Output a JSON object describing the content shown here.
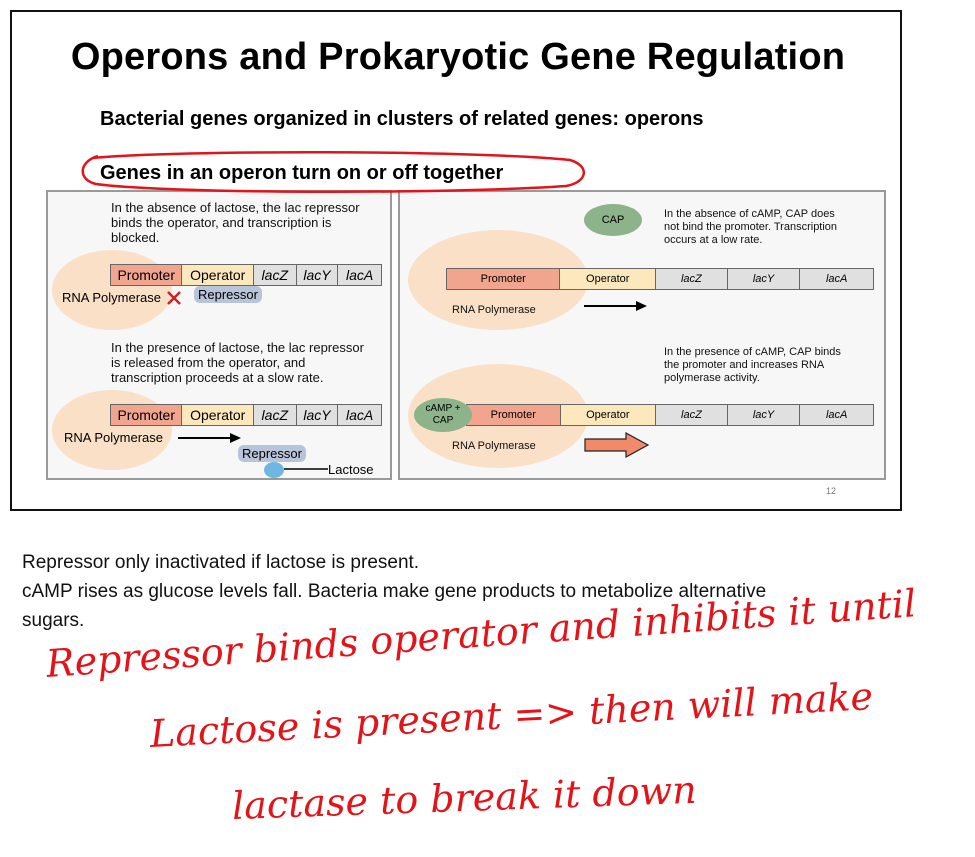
{
  "slide": {
    "title": "Operons and Prokaryotic Gene Regulation",
    "bullet1": "Bacterial genes organized in clusters of related genes: operons",
    "bullet2": "Genes in an operon turn on or off together",
    "page_number": "12"
  },
  "left_panel": {
    "top_text_lines": [
      "In the absence of lactose, the lac repressor",
      "binds the operator, and transcription is",
      "blocked."
    ],
    "bottom_text_lines": [
      "In the presence of lactose, the lac repressor",
      "is released from the operator, and",
      "transcription proceeds at a slow rate."
    ],
    "segments": [
      "Promoter",
      "Operator",
      "lacZ",
      "lacY",
      "lacA"
    ],
    "rna_polymerase": "RNA Polymerase",
    "repressor": "Repressor",
    "lactose": "Lactose"
  },
  "right_panel": {
    "top_text_lines": [
      "In the absence of cAMP, CAP does",
      "not bind the promoter. Transcription",
      "occurs at a low rate."
    ],
    "bottom_text_lines": [
      "In the presence of cAMP, CAP binds",
      "the promoter and increases RNA",
      "polymerase activity."
    ],
    "cap": "CAP",
    "camp_cap_lines": [
      "cAMP +",
      "CAP"
    ],
    "segments": [
      "Promoter",
      "Operator",
      "lacZ",
      "lacY",
      "lacA"
    ],
    "rna_polymerase": "RNA Polymerase"
  },
  "notes": {
    "line1": "Repressor only inactivated if lactose is present.",
    "line2": "cAMP rises as glucose levels fall. Bacteria make gene products to metabolize alternative",
    "line3": "sugars."
  },
  "handwriting": {
    "line1": "Repressor binds operator and inhibits it until",
    "line2": "Lactose is present => then will make",
    "line3": "lactase to break it down"
  },
  "colors": {
    "ink_red": "#e3131a",
    "promoter": "#f2a58e",
    "operator": "#fde8bd",
    "gene": "#e0e0e0",
    "repressor": "#b7c4da",
    "cap": "#8db38a",
    "polymerase": "#fae0c6"
  }
}
